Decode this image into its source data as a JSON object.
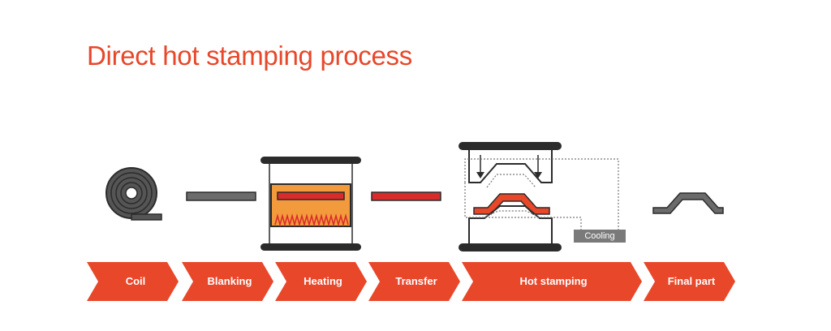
{
  "title": "Direct hot stamping process",
  "steps": [
    "Coil",
    "Blanking",
    "Heating",
    "Transfer",
    "Hot stamping",
    "Final part"
  ],
  "cooling_label": "Cooling",
  "colors": {
    "accent": "#e8472a",
    "dark": "#2b2b2b",
    "steel": "#6b6b6b",
    "hot_blank": "#d92b2b",
    "furnace": "#f39a3c",
    "cooling_box": "#7a7a7a"
  }
}
